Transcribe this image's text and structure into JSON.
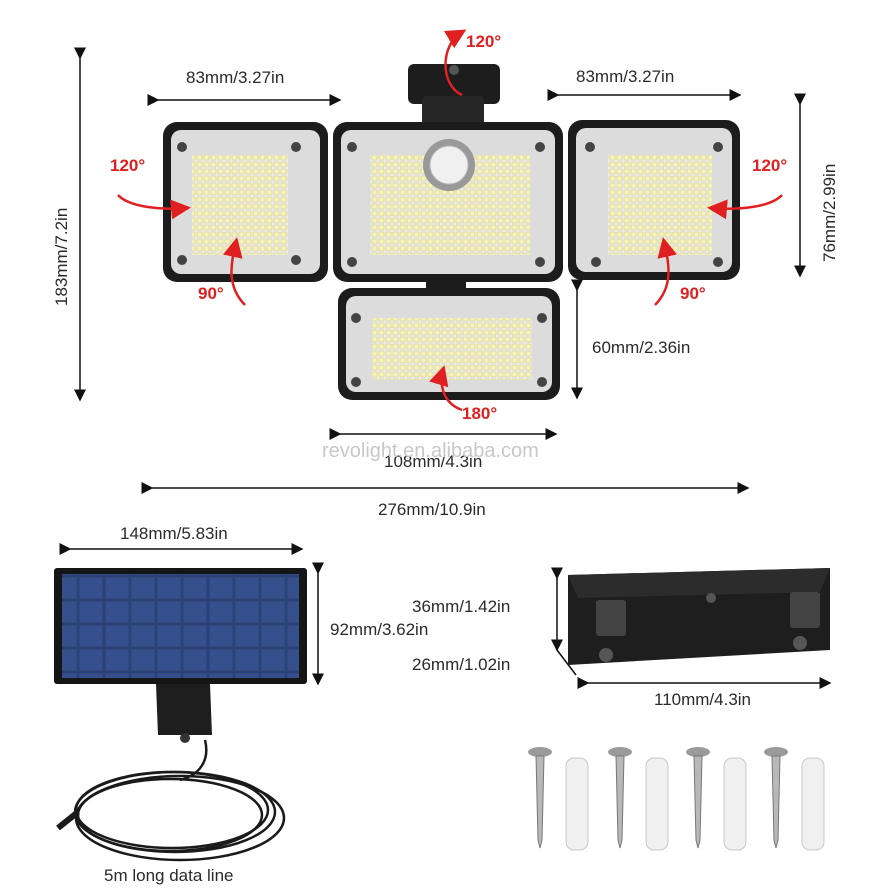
{
  "watermark": "revolight.en.alibaba.com",
  "dimensions": {
    "left_panel_width": "83mm/3.27in",
    "right_panel_width": "83mm/3.27in",
    "total_height": "183mm/7.2in",
    "side_panel_height": "76mm/2.99in",
    "bottom_panel_height": "60mm/2.36in",
    "bottom_panel_width": "108mm/4.3in",
    "total_width": "276mm/10.9in",
    "solar_width": "148mm/5.83in",
    "solar_height": "92mm/3.62in",
    "bracket_height": "36mm/1.42in",
    "bracket_depth": "26mm/1.02in",
    "bracket_width": "110mm/4.3in"
  },
  "rotations": {
    "top_mount": "120°",
    "left_horizontal": "120°",
    "right_horizontal": "120°",
    "left_vertical": "90°",
    "right_vertical": "90°",
    "bottom": "180°"
  },
  "cable_label": "5m long data line",
  "colors": {
    "arrow_red": "#e02020",
    "frame": "#1c1c1c",
    "led": "#f4f1b8",
    "solar": "#2b3f73"
  }
}
